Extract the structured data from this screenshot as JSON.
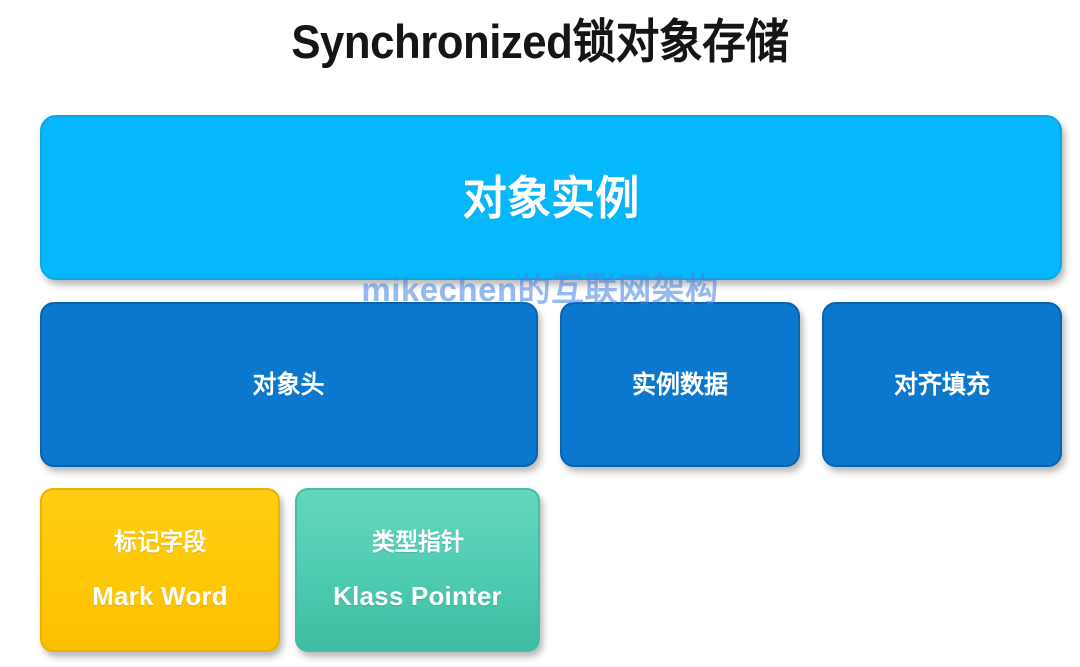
{
  "title": "Synchronized锁对象存储",
  "watermark": "mikechen的互联网架构",
  "colors": {
    "title": "#151515",
    "object_instance": "#05B8FC",
    "header_row": "#0B78CE",
    "mark_word": "#FFC907",
    "klass_pointer": "#54CFB5",
    "watermark": "#4082E4",
    "background": "#FFFFFF",
    "box_text": "#FFFFFF"
  },
  "diagram": {
    "type": "block-hierarchy",
    "rows": [
      {
        "name": "object-instance-row",
        "boxes": [
          {
            "id": "object-instance",
            "label": "对象实例",
            "color": "#05B8FC"
          }
        ]
      },
      {
        "name": "object-parts-row",
        "boxes": [
          {
            "id": "object-header",
            "label": "对象头",
            "color": "#0B78CE"
          },
          {
            "id": "instance-data",
            "label": "实例数据",
            "color": "#0B78CE"
          },
          {
            "id": "alignment-padding",
            "label": "对齐填充",
            "color": "#0B78CE"
          }
        ]
      },
      {
        "name": "object-header-parts-row",
        "boxes": [
          {
            "id": "mark-word",
            "label_cn": "标记字段",
            "label_en": "Mark Word",
            "color": "#FFC907"
          },
          {
            "id": "klass-pointer",
            "label_cn": "类型指针",
            "label_en": "Klass Pointer",
            "color": "#54CFB5"
          }
        ]
      }
    ]
  }
}
